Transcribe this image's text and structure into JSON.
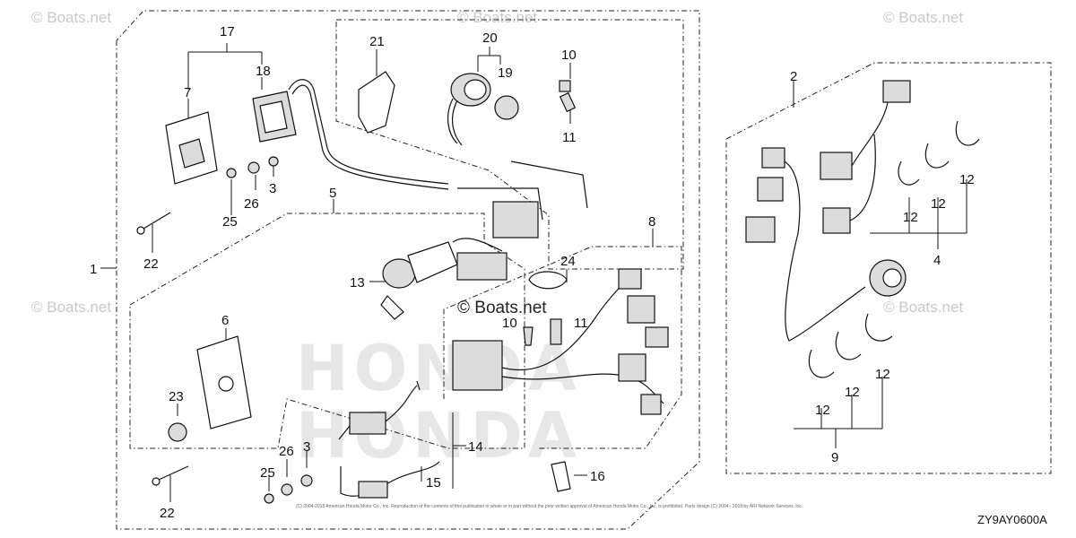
{
  "diagram_code": "ZY9AY0600A",
  "watermarks": {
    "faint": "© Boats.net",
    "center": "© Boats.net"
  },
  "copyright_text": "(C) 2004-2018 American Honda Motor Co., Inc. Reproduction of the contents of this publication in whole or in part without the prior written approval of American Honda Motor Co., Inc. is prohibited. Parts design (C) 2004 - 2018 by ARI Network Services, Inc.",
  "ghost_text": "HONDA",
  "callouts": [
    "1",
    "2",
    "3",
    "3",
    "4",
    "5",
    "6",
    "7",
    "8",
    "9",
    "10",
    "10",
    "11",
    "11",
    "12",
    "12",
    "12",
    "12",
    "12",
    "12",
    "13",
    "14",
    "15",
    "16",
    "17",
    "18",
    "19",
    "20",
    "21",
    "22",
    "22",
    "23",
    "24",
    "25",
    "25",
    "26",
    "26"
  ]
}
